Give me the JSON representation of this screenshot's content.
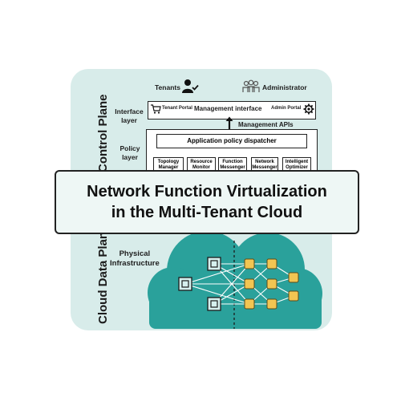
{
  "roles": {
    "tenants": "Tenants",
    "administrator": "Administrator"
  },
  "side_labels": {
    "control_plane": "Control Plane",
    "data_plane": "Cloud Data Plane"
  },
  "interface_layer": {
    "label_line1": "Interface",
    "label_line2": "layer",
    "tenant_portal": "Tenant Portal",
    "management_interface": "Management interface",
    "admin_portal": "Admin Portal"
  },
  "management_apis": "Management APIs",
  "policy_layer": {
    "label_line1": "Policy",
    "label_line2": "layer",
    "dispatcher": "Application policy dispatcher",
    "functions": [
      {
        "line1": "Topology",
        "line2": "Manager"
      },
      {
        "line1": "Resource",
        "line2": "Monitor"
      },
      {
        "line1": "Function",
        "line2": "Messenger"
      },
      {
        "line1": "Network",
        "line2": "Messenger"
      },
      {
        "line1": "Intelligent",
        "line2": "Optimizer"
      }
    ]
  },
  "physical": {
    "line1": "Physical",
    "line2": "Infrastructure"
  },
  "title": {
    "line1": "Network Function Virtualization",
    "line2": "in the Multi-Tenant Cloud"
  },
  "colors": {
    "card": "#d8ecea",
    "cloud": "#2aa19b",
    "node": "#f2c552",
    "chip": "#d6f0ee"
  },
  "icons": [
    "user-check-icon",
    "group-icon",
    "cart-icon",
    "gear-icon",
    "double-arrow-icon",
    "server-chip-icon",
    "node-icon"
  ]
}
